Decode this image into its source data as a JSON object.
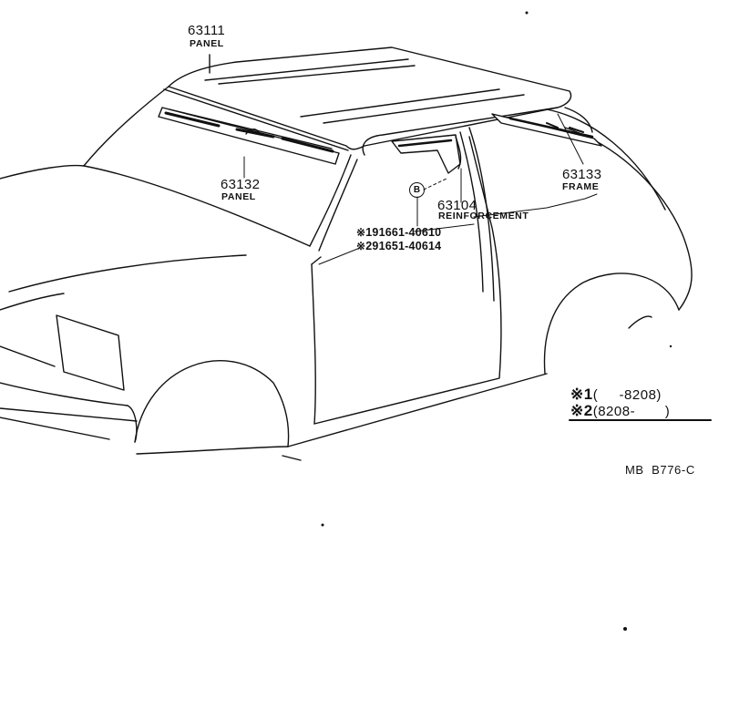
{
  "parts": [
    {
      "number": "63111",
      "name": "PANEL"
    },
    {
      "number": "63132",
      "name": "PANEL"
    },
    {
      "number": "63133",
      "name": "FRAME"
    },
    {
      "number": "63104",
      "name": "REINFORCEMENT"
    }
  ],
  "callout_circle": "B",
  "refs": [
    {
      "mark": "※",
      "index": "1",
      "number": "91661-40610"
    },
    {
      "mark": "※",
      "index": "2",
      "number": "91651-40614"
    }
  ],
  "legend": [
    {
      "mark": "※",
      "index": "1",
      "range": "(     -8208)"
    },
    {
      "mark": "※",
      "index": "2",
      "range": "(8208-       )"
    }
  ],
  "diagram_code": "MB  B776-C"
}
